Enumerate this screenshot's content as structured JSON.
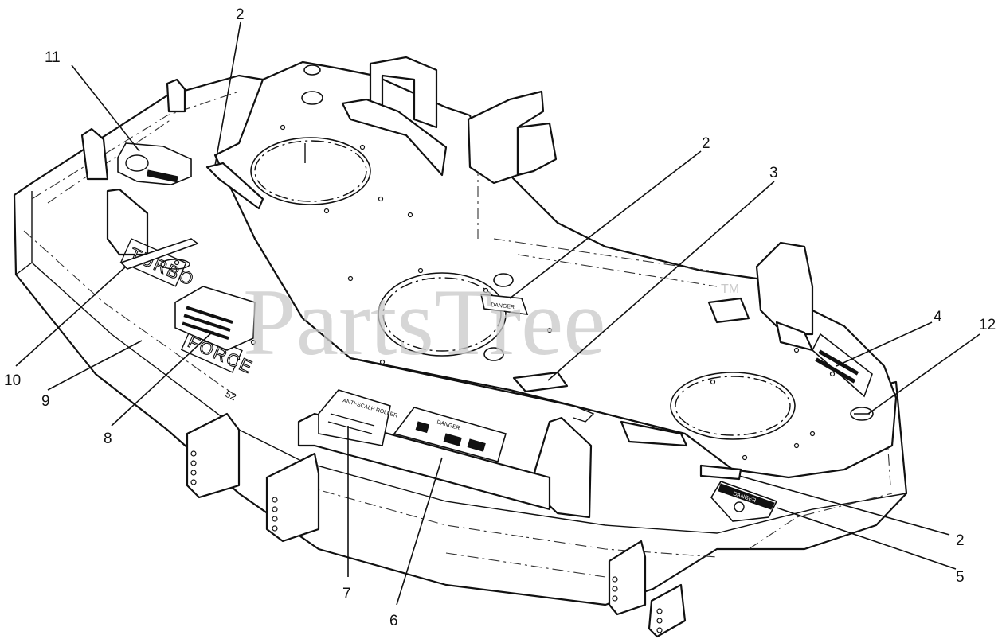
{
  "watermark": {
    "text": "PartsTree",
    "trademark": "TM"
  },
  "deck": {
    "brand_text_1": "TURBO",
    "brand_text_2": "FORCE",
    "size_text": "52"
  },
  "decals": {
    "danger_1": "DANGER",
    "danger_2": "DANGER",
    "danger_3": "DANGER",
    "roller_title": "ANTI-SCALP ROLLER"
  },
  "callouts": [
    {
      "number": "2"
    },
    {
      "number": "11"
    },
    {
      "number": "2"
    },
    {
      "number": "3"
    },
    {
      "number": "4"
    },
    {
      "number": "12"
    },
    {
      "number": "10"
    },
    {
      "number": "9"
    },
    {
      "number": "8"
    },
    {
      "number": "7"
    },
    {
      "number": "6"
    },
    {
      "number": "2"
    },
    {
      "number": "5"
    }
  ]
}
